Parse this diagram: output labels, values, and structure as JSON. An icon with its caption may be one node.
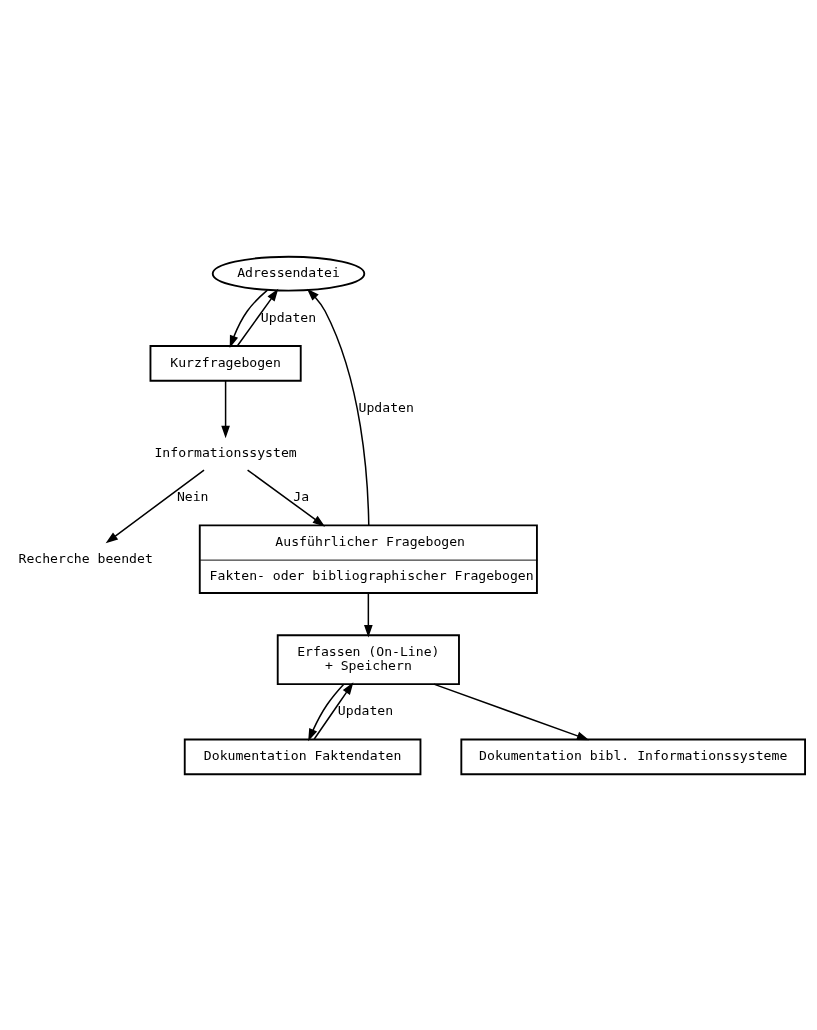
{
  "diagram": {
    "nodes": [
      {
        "text": [
          "Adressendatei"
        ]
      },
      {
        "text": [
          "Kurzfragebogen"
        ]
      },
      {
        "text": [
          "Informationssystem"
        ]
      },
      {
        "text": [
          "Recherche beendet"
        ]
      },
      {
        "text": [
          "Ausführlicher Fragebogen",
          "Fakten- oder bibliographischer Fragebogen"
        ]
      },
      {
        "text": [
          "Erfassen (On-Line)",
          "+ Speichern"
        ]
      },
      {
        "text": [
          "Dokumentation Faktendaten"
        ]
      },
      {
        "text": [
          "Dokumentation bibl. Informationssysteme"
        ]
      }
    ],
    "edges": [
      {
        "from": 0,
        "to": 1,
        "arrow": "to"
      },
      {
        "from": 1,
        "to": 0,
        "arrow": "to",
        "label": "Updaten"
      },
      {
        "from": 1,
        "to": 2,
        "arrow": "to"
      },
      {
        "from": 2,
        "to": 3,
        "arrow": "to",
        "label": "Nein"
      },
      {
        "from": 2,
        "to": 4,
        "arrow": "to",
        "label": "Ja"
      },
      {
        "from": 4,
        "to": 0,
        "arrow": "to",
        "label": "Updaten"
      },
      {
        "from": 4,
        "to": 5,
        "arrow": "to"
      },
      {
        "from": 5,
        "to": 6,
        "arrow": "to"
      },
      {
        "from": 5,
        "to": 7,
        "arrow": "to"
      },
      {
        "from": 6,
        "to": 5,
        "arrow": "to",
        "label": "Updaten"
      }
    ]
  }
}
